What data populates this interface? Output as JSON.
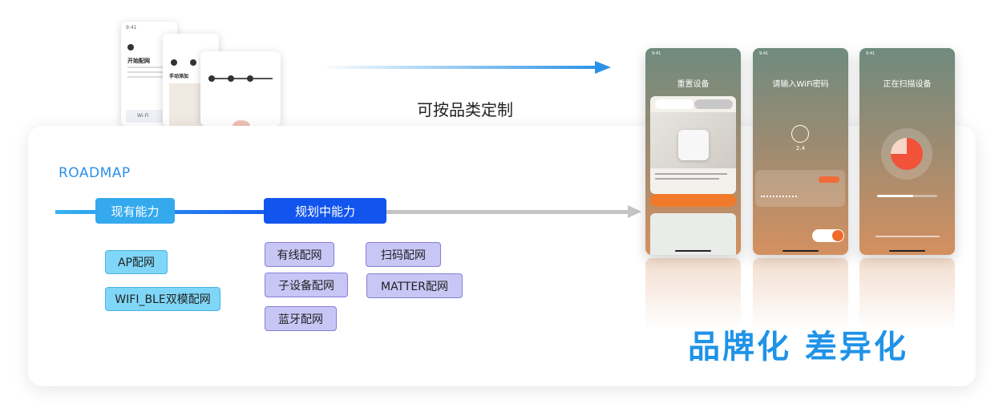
{
  "header": {
    "customize_label": "可按品类定制"
  },
  "roadmap": {
    "title": "ROADMAP",
    "current_stage": "现有能力",
    "planned_stage": "规划中能力",
    "current_items": [
      "AP配网",
      "WIFI_BLE双模配网"
    ],
    "planned_items": [
      "有线配网",
      "扫码配网",
      "子设备配网",
      "MATTER配网",
      "蓝牙配网"
    ]
  },
  "brand_slogan": "品牌化  差异化",
  "screens": {
    "reset_title": "重置设备",
    "wifi_title": "请输入WiFi密码",
    "scan_title": "正在扫描设备",
    "wifi_band": "2.4",
    "mini_step_title": "开始配网",
    "mini_wifi_item": "Wi-Fi",
    "mini_step_label": "手动添加"
  },
  "colors": {
    "current": "#34a9ee",
    "planned": "#1255ee",
    "brand": "#1e93e8"
  }
}
